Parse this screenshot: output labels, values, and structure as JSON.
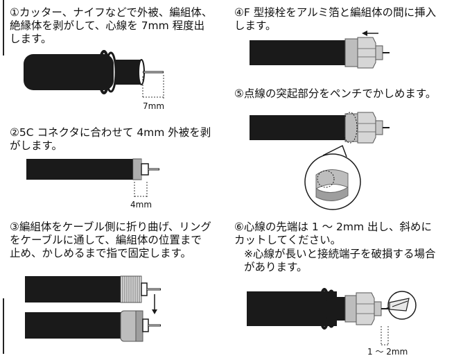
{
  "steps": [
    {
      "text": "①カッター、ナイフなどで外被、編組体、\n絶縁体を剥がして、心線を 7mm 程度出\nします。",
      "dimension": "7mm"
    },
    {
      "text": "②5C コネクタに合わせて 4mm 外被を剥\nがします。",
      "dimension": "4mm"
    },
    {
      "text": "③編組体をケーブル側に折り曲げ、リング\nをケーブルに通して、編組体の位置まで\n止め、かしめるまで指で固定します。"
    },
    {
      "text": "④F 型接栓をアルミ箔と編組体の間に挿入\nします。"
    },
    {
      "text": "⑤点線の突起部分をペンチでかしめます。"
    },
    {
      "text": "⑥心線の先端は 1 ～ 2mm 出し、斜めに\nカットしてください。",
      "note": "※心線が長いと接続端子を破損する場合\nがあります。",
      "dimension": "1 ～ 2mm"
    }
  ]
}
